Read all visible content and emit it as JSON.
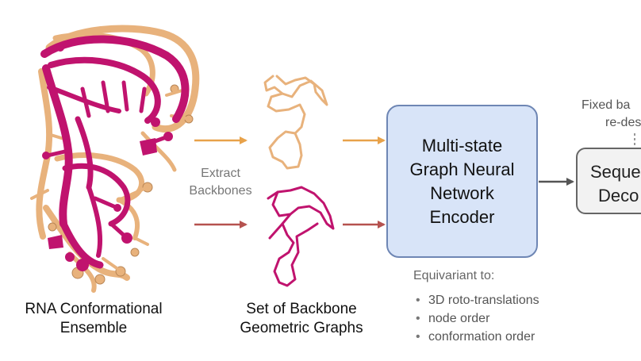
{
  "colors": {
    "tan": "#e8b27c",
    "magenta": "#c0136e",
    "arrow_orange": "#e8a24a",
    "arrow_red": "#b5524f",
    "encoder_fill": "#d8e4f8",
    "encoder_border": "#6e86b4",
    "decoder_fill": "#f2f2f2",
    "decoder_border": "#666666"
  },
  "ensemble": {
    "title_line1": "RNA Conformational",
    "title_line2": "Ensemble"
  },
  "extract": {
    "line1": "Extract",
    "line2": "Backbones"
  },
  "graphs": {
    "title_line1": "Set of Backbone",
    "title_line2": "Geometric Graphs"
  },
  "encoder": {
    "line1": "Multi-state",
    "line2": "Graph Neural",
    "line3": "Network",
    "line4": "Encoder"
  },
  "equivariance": {
    "title": "Equivariant to:",
    "items": [
      "3D roto-translations",
      "node order",
      "conformation order"
    ]
  },
  "fixed_backbone": {
    "line1": "Fixed ba",
    "line2": "re-des"
  },
  "decoder": {
    "line1": "Seque",
    "line2": "Deco"
  }
}
